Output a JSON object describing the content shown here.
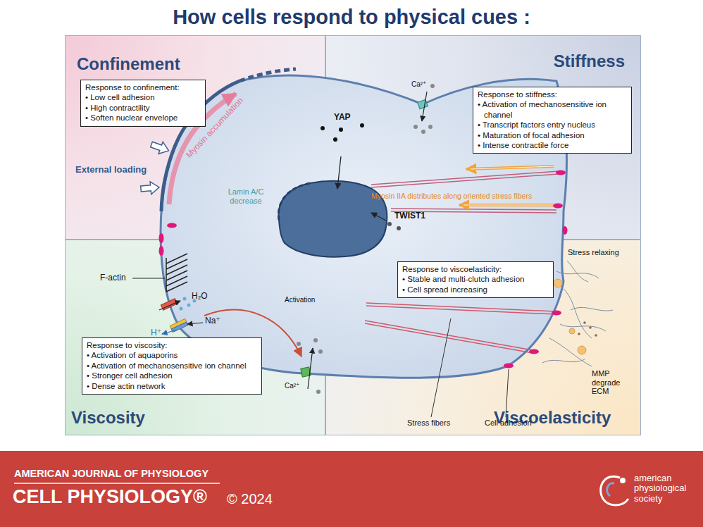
{
  "diagram": {
    "title": "How cells respond to physical cues :",
    "nodes": [
      {
        "text": [
          "Confinement"
        ]
      },
      {
        "text": [
          "Response to confinement:",
          "• Low cell adhesion",
          "• High contractility",
          "• Soften nuclear envelope"
        ],
        "in": 0
      },
      {
        "text": [
          "Stiffness"
        ]
      },
      {
        "text": [
          "Response to stiffness:",
          "• Activation of mechanosensitive ion channel",
          "• Transcript factors entry nucleus",
          "• Maturation of focal adhesion",
          "• Intense contractile force"
        ],
        "in": 2
      },
      {
        "text": [
          "Viscosity"
        ]
      },
      {
        "text": [
          "Response to viscosity:",
          "• Activation of aquaporins",
          "• Activation of mechanosensitive ion channel",
          "• Stronger cell adhesion",
          "• Dense actin network"
        ],
        "in": 4
      },
      {
        "text": [
          "Viscoelasticity"
        ]
      },
      {
        "text": [
          "Response to viscoelasticity:",
          "• Stable and multi-clutch adhesion",
          "• Cell spread increasing"
        ],
        "in": 6
      }
    ],
    "labels": [
      "External loading",
      "Myosin accumulation",
      "Lamin A/C decrease",
      "YAP",
      "TWIST1",
      "Myosin IIA distributes along oriented stress fibers",
      "Ca²⁺",
      "F-actin",
      "H₂O",
      "Na⁺",
      "H⁺",
      "Activation",
      "Ca²⁺",
      "Stress relaxing",
      "MMP degrade ECM",
      "Stress fibers",
      "Cell adhesion",
      "AMERICAN JOURNAL OF PHYSIOLOGY",
      "CELL PHYSIOLOGY®",
      "© 2024",
      "american physiological society"
    ]
  }
}
